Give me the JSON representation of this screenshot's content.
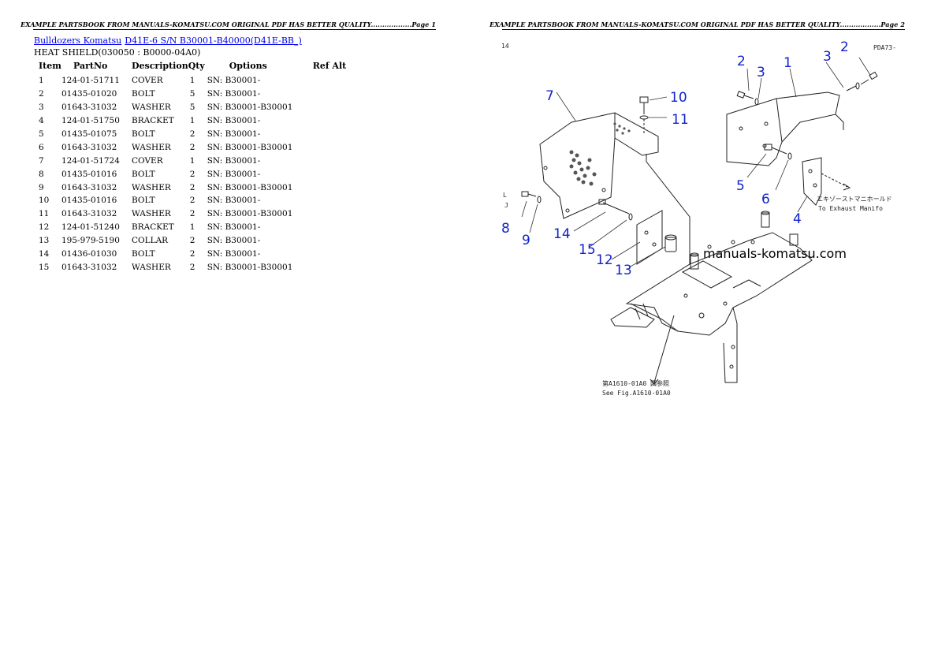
{
  "page1": {
    "header": "EXAMPLE PARTSBOOK FROM MANUALS-KOMATSU.COM ORIGINAL PDF HAS BETTER QUALITY..................Page 1",
    "breadcrumb": {
      "link1": "Bulldozers Komatsu",
      "link2": "D41E-6 S/N B30001-B40000(D41E-BB_)"
    },
    "section_title": "HEAT SHIELD(030050 : B0000-04A0)",
    "table": {
      "headers": {
        "item": "Item",
        "partno": "PartNo",
        "description": "Description",
        "qty": "Qty",
        "options": "Options",
        "refalt": "Ref Alt"
      },
      "rows": [
        {
          "item": "1",
          "partno": "124-01-51711",
          "description": "COVER",
          "qty": "1",
          "options": "SN: B30001-",
          "refalt": ""
        },
        {
          "item": "2",
          "partno": "01435-01020",
          "description": "BOLT",
          "qty": "5",
          "options": "SN: B30001-",
          "refalt": ""
        },
        {
          "item": "3",
          "partno": "01643-31032",
          "description": "WASHER",
          "qty": "5",
          "options": "SN: B30001-B30001",
          "refalt": ""
        },
        {
          "item": "4",
          "partno": "124-01-51750",
          "description": "BRACKET",
          "qty": "1",
          "options": "SN: B30001-",
          "refalt": ""
        },
        {
          "item": "5",
          "partno": "01435-01075",
          "description": "BOLT",
          "qty": "2",
          "options": "SN: B30001-",
          "refalt": ""
        },
        {
          "item": "6",
          "partno": "01643-31032",
          "description": "WASHER",
          "qty": "2",
          "options": "SN: B30001-B30001",
          "refalt": ""
        },
        {
          "item": "7",
          "partno": "124-01-51724",
          "description": "COVER",
          "qty": "1",
          "options": "SN: B30001-",
          "refalt": ""
        },
        {
          "item": "8",
          "partno": "01435-01016",
          "description": "BOLT",
          "qty": "2",
          "options": "SN: B30001-",
          "refalt": ""
        },
        {
          "item": "9",
          "partno": "01643-31032",
          "description": "WASHER",
          "qty": "2",
          "options": "SN: B30001-B30001",
          "refalt": ""
        },
        {
          "item": "10",
          "partno": "01435-01016",
          "description": "BOLT",
          "qty": "2",
          "options": "SN: B30001-",
          "refalt": ""
        },
        {
          "item": "11",
          "partno": "01643-31032",
          "description": "WASHER",
          "qty": "2",
          "options": "SN: B30001-B30001",
          "refalt": ""
        },
        {
          "item": "12",
          "partno": "124-01-51240",
          "description": "BRACKET",
          "qty": "1",
          "options": "SN: B30001-",
          "refalt": ""
        },
        {
          "item": "13",
          "partno": "195-979-5190",
          "description": "COLLAR",
          "qty": "2",
          "options": "SN: B30001-",
          "refalt": ""
        },
        {
          "item": "14",
          "partno": "01436-01030",
          "description": "BOLT",
          "qty": "2",
          "options": "SN: B30001-",
          "refalt": ""
        },
        {
          "item": "15",
          "partno": "01643-31032",
          "description": "WASHER",
          "qty": "2",
          "options": "SN: B30001-B30001",
          "refalt": ""
        }
      ]
    }
  },
  "page2": {
    "header": "EXAMPLE PARTSBOOK FROM MANUALS-KOMATSU.COM ORIGINAL PDF HAS BETTER QUALITY..................Page 2",
    "diagram": {
      "page_code": "14",
      "fig_code": "PDA73-",
      "watermark": "manuals-komatsu.com",
      "note_exhaust_jp": "エキゾーストマニホールド",
      "note_exhaust_en": "To Exhaust Manifo",
      "note_fig_jp": "第A1610-01A0 図参照",
      "note_fig_en": "See Fig.A1610-01A0",
      "callouts": [
        "1",
        "2",
        "3",
        "2",
        "3",
        "4",
        "5",
        "6",
        "7",
        "8",
        "9",
        "10",
        "11",
        "12",
        "13",
        "14",
        "15"
      ]
    }
  },
  "colors": {
    "link": "#0000ee",
    "callout": "#1122cc"
  }
}
